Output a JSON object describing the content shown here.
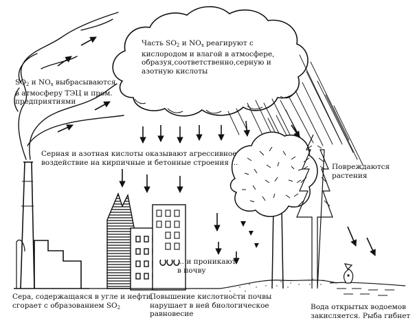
{
  "diagram": {
    "labels": {
      "emissions": {
        "lines": [
          {
            "parts": [
              {
                "t": "SO"
              },
              {
                "sub": "2"
              },
              {
                "t": " и NO"
              },
              {
                "sub": "x"
              },
              {
                "t": " выбрасываются"
              }
            ]
          },
          {
            "parts": [
              {
                "t": "в атмосферу ТЭЦ и пром."
              }
            ]
          },
          {
            "parts": [
              {
                "t": "предприятиями"
              }
            ]
          }
        ]
      },
      "cloud_reaction": {
        "lines": [
          {
            "parts": [
              {
                "t": "Часть SO"
              },
              {
                "sub": "2"
              },
              {
                "t": " и NO"
              },
              {
                "sub": "x"
              },
              {
                "t": " реагируют с"
              }
            ]
          },
          {
            "parts": [
              {
                "t": "кислородом и влагой в атмосфере,"
              }
            ]
          },
          {
            "parts": [
              {
                "t": "образуя,соответственно,серную и"
              }
            ]
          },
          {
            "parts": [
              {
                "t": "азотную кислоты"
              }
            ]
          }
        ]
      },
      "buildings_damage": {
        "lines": [
          {
            "parts": [
              {
                "t": "Серная и азотная кислоты оказывают агрессивное"
              }
            ]
          },
          {
            "parts": [
              {
                "t": "воздействие на кирпичные и бетонные строения ..."
              }
            ]
          }
        ]
      },
      "plants_damage": {
        "lines": [
          {
            "parts": [
              {
                "t": "Повреждаются"
              }
            ]
          },
          {
            "parts": [
              {
                "t": "растения"
              }
            ]
          }
        ]
      },
      "soil_penetration": {
        "lines": [
          {
            "parts": [
              {
                "t": "... и проникают"
              }
            ]
          },
          {
            "parts": [
              {
                "t": "в почву"
              }
            ]
          }
        ]
      },
      "sulfur_burning": {
        "lines": [
          {
            "parts": [
              {
                "t": "Сера, содержащаяся в угле и нефти,"
              }
            ]
          },
          {
            "parts": [
              {
                "t": "сгорает с образованием SO"
              },
              {
                "sub": "2"
              }
            ]
          }
        ]
      },
      "soil_acidity": {
        "lines": [
          {
            "parts": [
              {
                "t": "Повышение кислотности почвы"
              }
            ]
          },
          {
            "parts": [
              {
                "t": "нарушает в ней биологическое"
              }
            ]
          },
          {
            "parts": [
              {
                "t": "равновесие"
              }
            ]
          }
        ]
      },
      "water_acidification": {
        "lines": [
          {
            "parts": [
              {
                "t": "Вода открытых водоемов"
              }
            ]
          },
          {
            "parts": [
              {
                "t": "закисляется. Рыба гибнет"
              }
            ]
          }
        ]
      }
    },
    "colors": {
      "ink": "#111111",
      "paper": "#ffffff"
    }
  }
}
